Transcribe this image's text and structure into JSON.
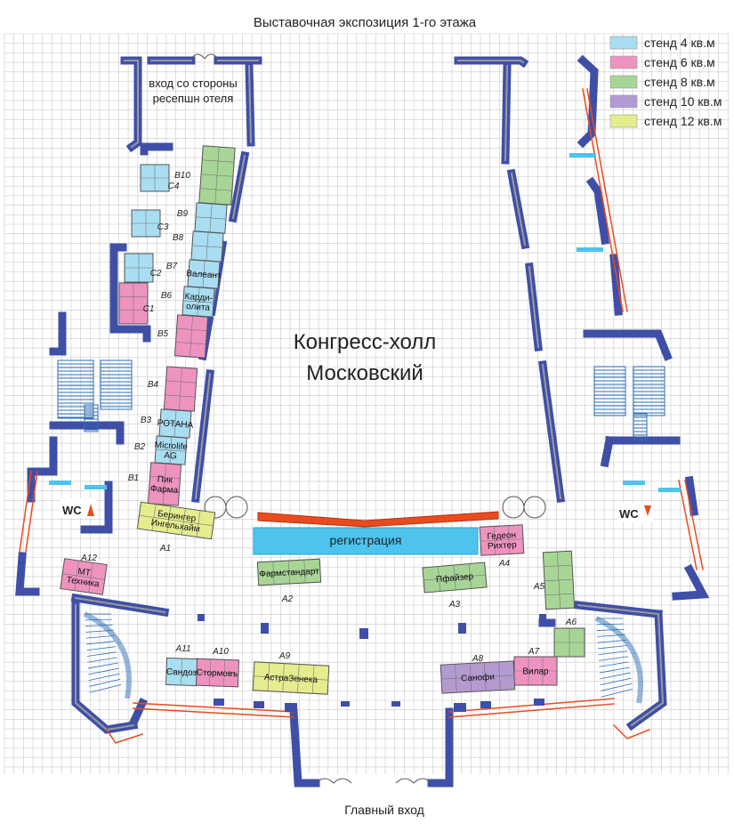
{
  "title": "Выставочная экспозиция 1-го этажа",
  "hall_name_line1": "Конгресс-холл",
  "hall_name_line2": "Московский",
  "hotel_entrance_line1": "вход со стороны",
  "hotel_entrance_line2": "ресепшн отеля",
  "main_entrance": "Главный вход",
  "registration": "регистрация",
  "wc_label": "WC",
  "colors": {
    "stand4": "#a9ddf2",
    "stand6": "#ee93c0",
    "stand8": "#a7d596",
    "stand10": "#b39ad0",
    "stand12": "#e5ec8e",
    "wall": "#3f4fa7",
    "grid": "#c9c9c9",
    "stairs": "#2e6fb5",
    "registration": "#4dc3ee",
    "counter": "#e84c1e"
  },
  "legend": [
    {
      "key": "stand4",
      "label": "стенд 4 кв.м"
    },
    {
      "key": "stand6",
      "label": "стенд 6 кв.м"
    },
    {
      "key": "stand8",
      "label": "стенд 8 кв.м"
    },
    {
      "key": "stand10",
      "label": "стенд 10 кв.м"
    },
    {
      "key": "stand12",
      "label": "стенд 12 кв.м"
    }
  ],
  "booths": [
    {
      "id": "C4",
      "type": "stand4",
      "name": ""
    },
    {
      "id": "C3",
      "type": "stand4",
      "name": ""
    },
    {
      "id": "C2",
      "type": "stand4",
      "name": ""
    },
    {
      "id": "C1",
      "type": "stand6",
      "name": ""
    },
    {
      "id": "B10",
      "type": "stand8",
      "name": ""
    },
    {
      "id": "B9",
      "type": "stand4",
      "name": ""
    },
    {
      "id": "B8",
      "type": "stand4",
      "name": ""
    },
    {
      "id": "B7",
      "type": "stand4",
      "name": "Валеант"
    },
    {
      "id": "B6",
      "type": "stand4",
      "name": "Карди-\nолита"
    },
    {
      "id": "B5",
      "type": "stand6",
      "name": ""
    },
    {
      "id": "B4",
      "type": "stand6",
      "name": ""
    },
    {
      "id": "B3",
      "type": "stand4",
      "name": "РОТАНА"
    },
    {
      "id": "B2",
      "type": "stand4",
      "name": "Microlife\nAG"
    },
    {
      "id": "B1",
      "type": "stand6",
      "name": "Пик\nФарма"
    },
    {
      "id": "A1",
      "type": "stand12",
      "name": "Берингер\nИнгельхайм"
    },
    {
      "id": "A2",
      "type": "stand8",
      "name": "Фармстандарт"
    },
    {
      "id": "A3",
      "type": "stand8",
      "name": "Пфайзер"
    },
    {
      "id": "A4",
      "type": "stand6",
      "name": "Гедеон\nРихтер"
    },
    {
      "id": "A5",
      "type": "stand8",
      "name": ""
    },
    {
      "id": "A6",
      "type": "stand8",
      "name": ""
    },
    {
      "id": "A7",
      "type": "stand6",
      "name": "Вилар"
    },
    {
      "id": "A8",
      "type": "stand10",
      "name": "Санофи"
    },
    {
      "id": "A9",
      "type": "stand12",
      "name": "АстраЗенека"
    },
    {
      "id": "A10",
      "type": "stand6",
      "name": "Стормовъ"
    },
    {
      "id": "A11",
      "type": "stand4",
      "name": "Сандоз"
    },
    {
      "id": "A12",
      "type": "stand6",
      "name": "МТ\nТехника"
    }
  ]
}
